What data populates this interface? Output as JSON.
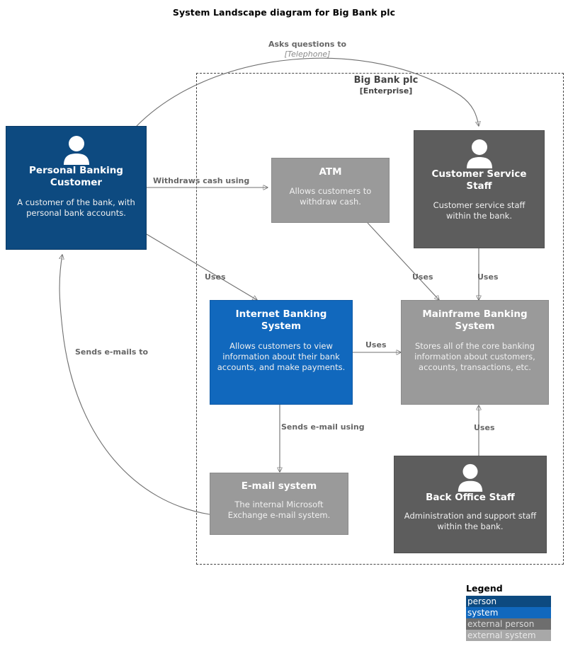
{
  "diagram": {
    "title": "System Landscape diagram for Big Bank plc",
    "type": "c4-system-landscape"
  },
  "boundary": {
    "name": "Big Bank plc",
    "type_label": "[Enterprise]"
  },
  "nodes": {
    "personal_banking_customer": {
      "name": "Personal Banking Customer",
      "description": "A customer of the bank, with personal bank accounts.",
      "kind": "person",
      "icon": "person-icon"
    },
    "customer_service_staff": {
      "name": "Customer Service Staff",
      "description": "Customer service staff within the bank.",
      "kind": "external person",
      "icon": "person-icon"
    },
    "back_office_staff": {
      "name": "Back Office Staff",
      "description": "Administration and support staff within the bank.",
      "kind": "external person",
      "icon": "person-icon"
    },
    "atm": {
      "name": "ATM",
      "description": "Allows customers to withdraw cash.",
      "kind": "external system"
    },
    "internet_banking_system": {
      "name": "Internet Banking System",
      "description": "Allows customers to view information about their bank accounts, and make payments.",
      "kind": "system"
    },
    "mainframe_banking_system": {
      "name": "Mainframe Banking System",
      "description": "Stores all of the core banking information about customers, accounts, transactions, etc.",
      "kind": "external system"
    },
    "email_system": {
      "name": "E-mail system",
      "description": "The internal Microsoft Exchange e-mail system.",
      "kind": "external system"
    }
  },
  "relationships": {
    "asks_questions": {
      "label": "Asks questions to",
      "technology": "[Telephone]"
    },
    "withdraws_cash": {
      "label": "Withdraws cash using"
    },
    "customer_uses_ibs": {
      "label": "Uses"
    },
    "atm_uses_mainframe": {
      "label": "Uses"
    },
    "css_uses_mainframe": {
      "label": "Uses"
    },
    "ibs_uses_mainframe": {
      "label": "Uses"
    },
    "bos_uses_mainframe": {
      "label": "Uses"
    },
    "ibs_sends_email": {
      "label": "Sends e-mail using"
    },
    "email_sends_to_customer": {
      "label": "Sends e-mails to"
    }
  },
  "legend": {
    "title": "Legend",
    "items": [
      {
        "label": "person",
        "color": "#0d4a80"
      },
      {
        "label": "system",
        "color": "#1168bd"
      },
      {
        "label": "external person",
        "color": "#6e6e6e"
      },
      {
        "label": "external system",
        "color": "#a8a8a8"
      }
    ]
  }
}
